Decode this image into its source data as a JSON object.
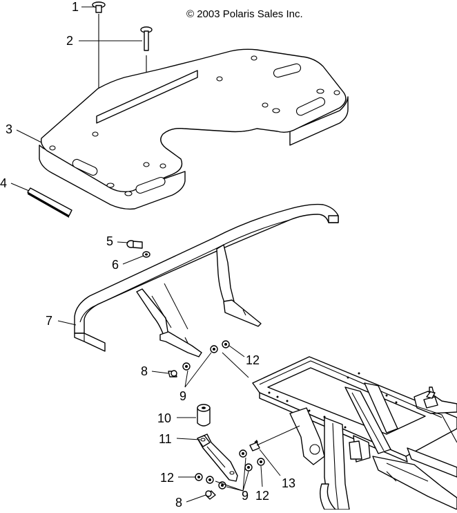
{
  "copyright": "© 2003 Polaris Sales Inc.",
  "callouts": [
    {
      "id": "1",
      "label": "1"
    },
    {
      "id": "2",
      "label": "2"
    },
    {
      "id": "3",
      "label": "3"
    },
    {
      "id": "4",
      "label": "4"
    },
    {
      "id": "5",
      "label": "5"
    },
    {
      "id": "6",
      "label": "6"
    },
    {
      "id": "7",
      "label": "7"
    },
    {
      "id": "8a",
      "label": "8"
    },
    {
      "id": "9a",
      "label": "9"
    },
    {
      "id": "10",
      "label": "10"
    },
    {
      "id": "11",
      "label": "11"
    },
    {
      "id": "12a",
      "label": "12"
    },
    {
      "id": "12b",
      "label": "12"
    },
    {
      "id": "12c",
      "label": "12"
    },
    {
      "id": "8b",
      "label": "8"
    },
    {
      "id": "9b",
      "label": "9"
    },
    {
      "id": "13",
      "label": "13"
    }
  ]
}
